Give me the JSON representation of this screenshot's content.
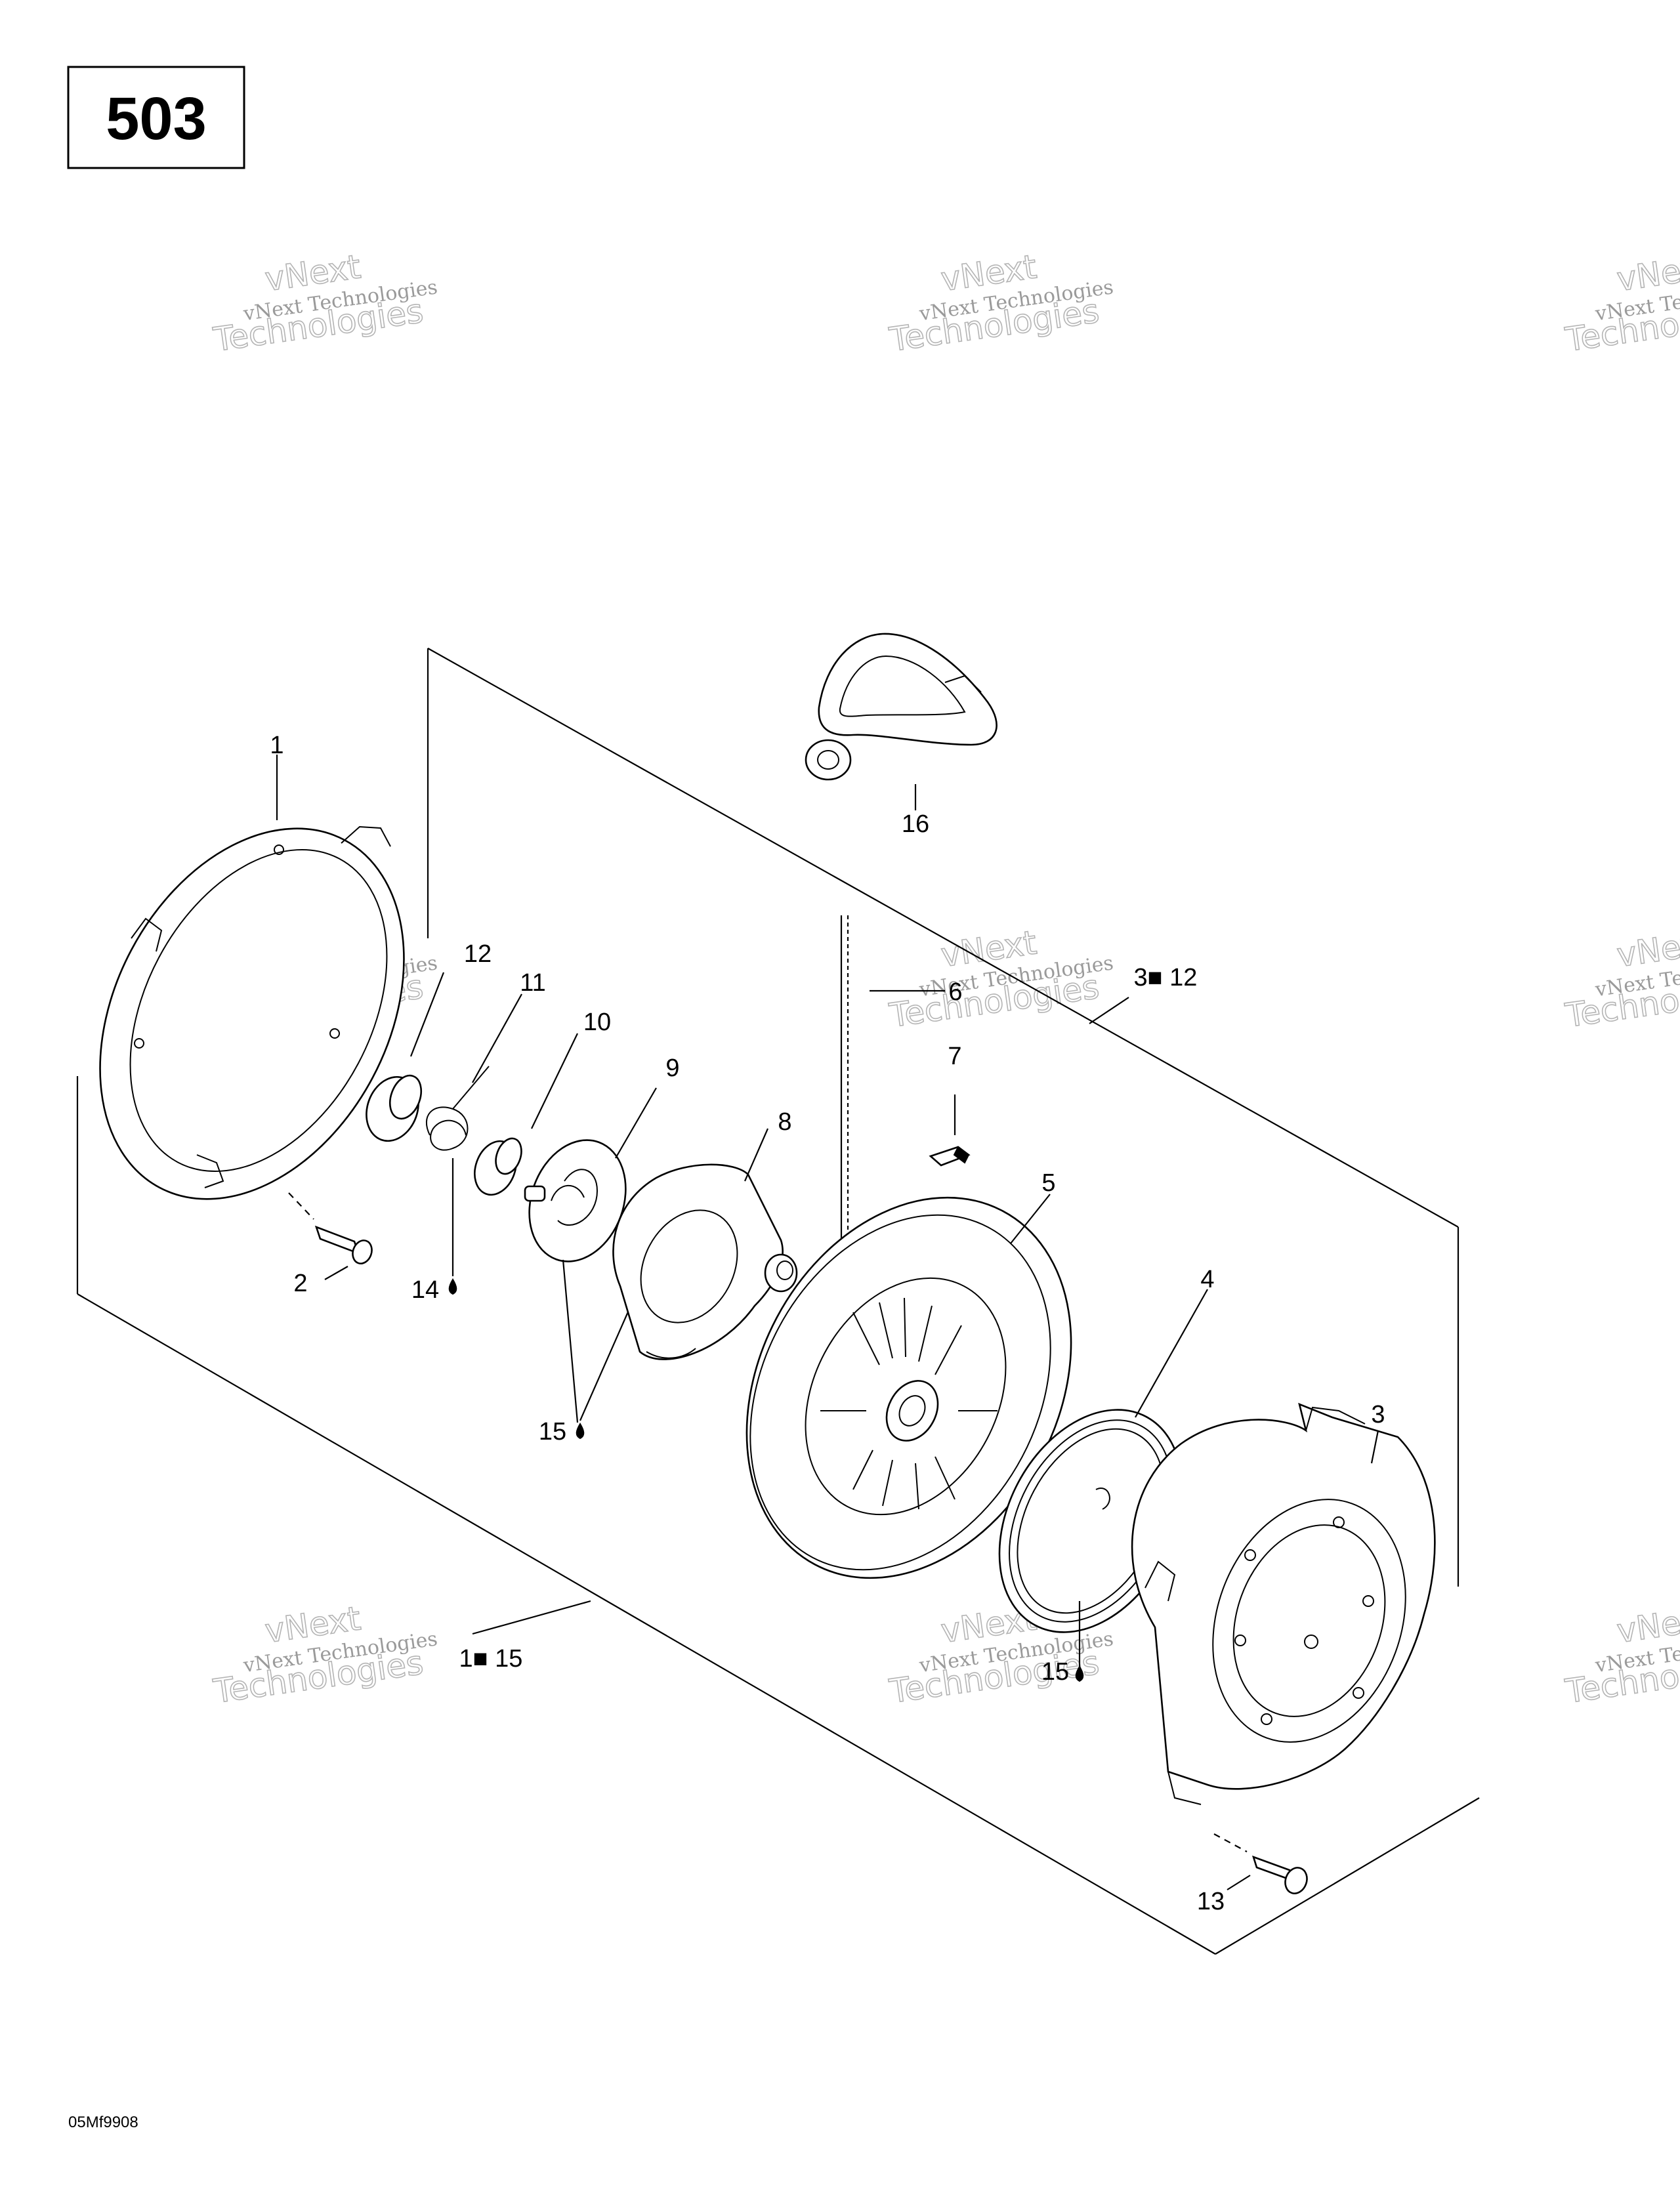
{
  "page_number": "503",
  "drawing_code": "05Mf9908",
  "watermark": {
    "line1": "vNext Technologies",
    "line2": "vNext",
    "line3": "Technologies"
  },
  "callouts": [
    {
      "id": "c1",
      "text": "1"
    },
    {
      "id": "c2",
      "text": "2"
    },
    {
      "id": "c3",
      "text": "3"
    },
    {
      "id": "c4",
      "text": "4"
    },
    {
      "id": "c5",
      "text": "5"
    },
    {
      "id": "c6",
      "text": "6"
    },
    {
      "id": "c7",
      "text": "7"
    },
    {
      "id": "c8",
      "text": "8"
    },
    {
      "id": "c9",
      "text": "9"
    },
    {
      "id": "c10",
      "text": "10"
    },
    {
      "id": "c11",
      "text": "11"
    },
    {
      "id": "c12",
      "text": "12"
    },
    {
      "id": "c13",
      "text": "13"
    },
    {
      "id": "c14",
      "text": "14"
    },
    {
      "id": "c15a",
      "text": "15"
    },
    {
      "id": "c15b",
      "text": "15"
    },
    {
      "id": "c16",
      "text": "16"
    },
    {
      "id": "kit3",
      "text": "3■ 12"
    },
    {
      "id": "kit1",
      "text": "1■ 15"
    }
  ]
}
